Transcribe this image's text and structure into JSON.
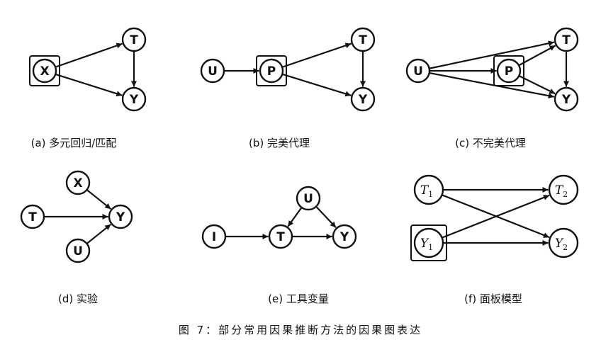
{
  "figure": {
    "caption": "图 7：部分常用因果推断方法的因果图表达",
    "panels": [
      {
        "id": "a",
        "label": "(a) 多元回归/匹配",
        "nodes": [
          {
            "id": "X",
            "label": "X",
            "boxed": true
          },
          {
            "id": "T",
            "label": "T"
          },
          {
            "id": "Y",
            "label": "Y"
          }
        ],
        "edges": [
          [
            "X",
            "T"
          ],
          [
            "X",
            "Y"
          ],
          [
            "T",
            "Y"
          ]
        ]
      },
      {
        "id": "b",
        "label": "(b) 完美代理",
        "nodes": [
          {
            "id": "U",
            "label": "U"
          },
          {
            "id": "P",
            "label": "P",
            "boxed": true
          },
          {
            "id": "T",
            "label": "T"
          },
          {
            "id": "Y",
            "label": "Y"
          }
        ],
        "edges": [
          [
            "U",
            "P"
          ],
          [
            "P",
            "T"
          ],
          [
            "P",
            "Y"
          ],
          [
            "T",
            "Y"
          ]
        ]
      },
      {
        "id": "c",
        "label": "(c) 不完美代理",
        "nodes": [
          {
            "id": "U",
            "label": "U"
          },
          {
            "id": "P",
            "label": "P",
            "boxed": true
          },
          {
            "id": "T",
            "label": "T"
          },
          {
            "id": "Y",
            "label": "Y"
          }
        ],
        "edges": [
          [
            "U",
            "P"
          ],
          [
            "U",
            "T"
          ],
          [
            "U",
            "Y"
          ],
          [
            "P",
            "T"
          ],
          [
            "P",
            "Y"
          ],
          [
            "T",
            "Y"
          ]
        ]
      },
      {
        "id": "d",
        "label": "(d) 实验",
        "nodes": [
          {
            "id": "X",
            "label": "X"
          },
          {
            "id": "T",
            "label": "T"
          },
          {
            "id": "U",
            "label": "U"
          },
          {
            "id": "Y",
            "label": "Y"
          }
        ],
        "edges": [
          [
            "X",
            "Y"
          ],
          [
            "T",
            "Y"
          ],
          [
            "U",
            "Y"
          ]
        ]
      },
      {
        "id": "e",
        "label": "(e) 工具变量",
        "nodes": [
          {
            "id": "U",
            "label": "U"
          },
          {
            "id": "I",
            "label": "I"
          },
          {
            "id": "T",
            "label": "T"
          },
          {
            "id": "Y",
            "label": "Y"
          }
        ],
        "edges": [
          [
            "U",
            "T"
          ],
          [
            "U",
            "Y"
          ],
          [
            "I",
            "T"
          ],
          [
            "T",
            "Y"
          ]
        ]
      },
      {
        "id": "f",
        "label": "(f) 面板模型",
        "nodes": [
          {
            "id": "T1",
            "label": "T",
            "sub": "1",
            "math": true
          },
          {
            "id": "T2",
            "label": "T",
            "sub": "2",
            "math": true
          },
          {
            "id": "Y1",
            "label": "Y",
            "sub": "1",
            "math": true,
            "boxed": true
          },
          {
            "id": "Y2",
            "label": "Y",
            "sub": "2",
            "math": true
          }
        ],
        "edges": [
          [
            "T1",
            "T2"
          ],
          [
            "T1",
            "Y2"
          ],
          [
            "Y1",
            "T2"
          ],
          [
            "Y1",
            "Y2"
          ]
        ]
      }
    ]
  }
}
